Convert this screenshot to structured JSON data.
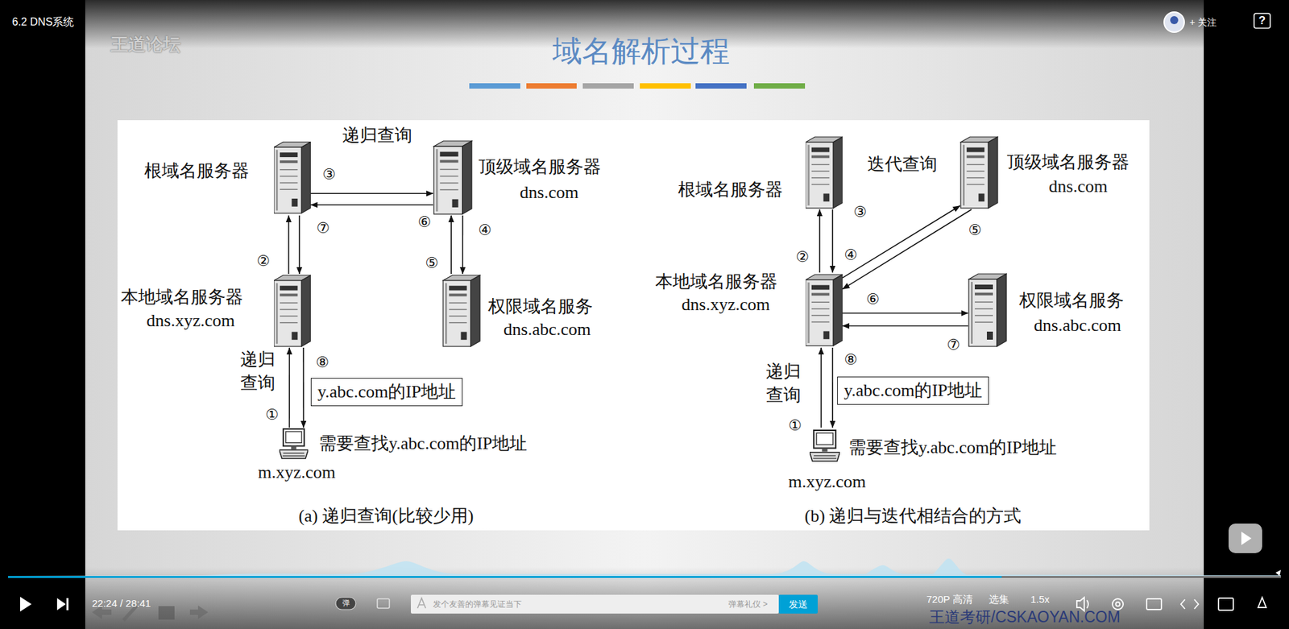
{
  "diagram": {
    "title": "域名解析过程",
    "nodes": [
      {
        "text": [
          "根域名服务器"
        ]
      },
      {
        "text": [
          "顶级域名服务器",
          "dns.com"
        ]
      },
      {
        "text": [
          "本地域名服务器",
          "dns.xyz.com"
        ]
      },
      {
        "text": [
          "权限域名服务",
          "dns.abc.com"
        ]
      },
      {
        "text": [
          "y.abc.com的IP地址"
        ]
      },
      {
        "text": [
          "需要查找y.abc.com的IP地址",
          "m.xyz.com"
        ]
      },
      {
        "text": [
          "根域名服务器"
        ]
      },
      {
        "text": [
          "顶级域名服务器",
          "dns.com"
        ]
      },
      {
        "text": [
          "本地域名服务器",
          "dns.xyz.com"
        ]
      },
      {
        "text": [
          "权限域名服务",
          "dns.abc.com"
        ]
      },
      {
        "text": [
          "y.abc.com的IP地址"
        ]
      },
      {
        "text": [
          "需要查找y.abc.com的IP地址",
          "m.xyz.com"
        ]
      }
    ],
    "edges": [
      {
        "from": 5,
        "to": 2,
        "label": "①",
        "arrow": "to"
      },
      {
        "from": 2,
        "to": 0,
        "label": "②",
        "arrow": "to"
      },
      {
        "from": 0,
        "to": 1,
        "label": "③",
        "arrow": "to"
      },
      {
        "from": 1,
        "to": 3,
        "label": "④",
        "arrow": "to"
      },
      {
        "from": 3,
        "to": 1,
        "label": "⑤",
        "arrow": "to"
      },
      {
        "from": 1,
        "to": 0,
        "label": "⑥",
        "arrow": "to"
      },
      {
        "from": 0,
        "to": 2,
        "label": "⑦",
        "arrow": "to"
      },
      {
        "from": 2,
        "to": 5,
        "label": "⑧",
        "arrow": "to"
      },
      {
        "from": 11,
        "to": 8,
        "label": "①",
        "arrow": "to"
      },
      {
        "from": 8,
        "to": 6,
        "label": "②",
        "arrow": "to"
      },
      {
        "from": 6,
        "to": 8,
        "label": "③",
        "arrow": "to"
      },
      {
        "from": 8,
        "to": 7,
        "label": "④",
        "arrow": "to"
      },
      {
        "from": 7,
        "to": 8,
        "label": "⑤",
        "arrow": "to"
      },
      {
        "from": 8,
        "to": 9,
        "label": "⑥",
        "arrow": "to"
      },
      {
        "from": 9,
        "to": 8,
        "label": "⑦",
        "arrow": "to"
      },
      {
        "from": 8,
        "to": 11,
        "label": "⑧",
        "arrow": "to"
      }
    ],
    "labels": [
      "6.2 DNS系统",
      "王道论坛",
      "递归查询",
      "递归 查询",
      "(a) 递归查询(比较少用)",
      "迭代查询",
      "递归 查询",
      "(b) 递归与迭代相结合的方式",
      "+ 关注",
      "?",
      "22:24 / 28:41",
      "弹",
      "发个友善的弹幕见证当下",
      "弹幕礼仪 >",
      "发送",
      "720P 高清",
      "选集",
      "1.5x",
      "王道考研/CSKAOYAN.COM"
    ]
  }
}
